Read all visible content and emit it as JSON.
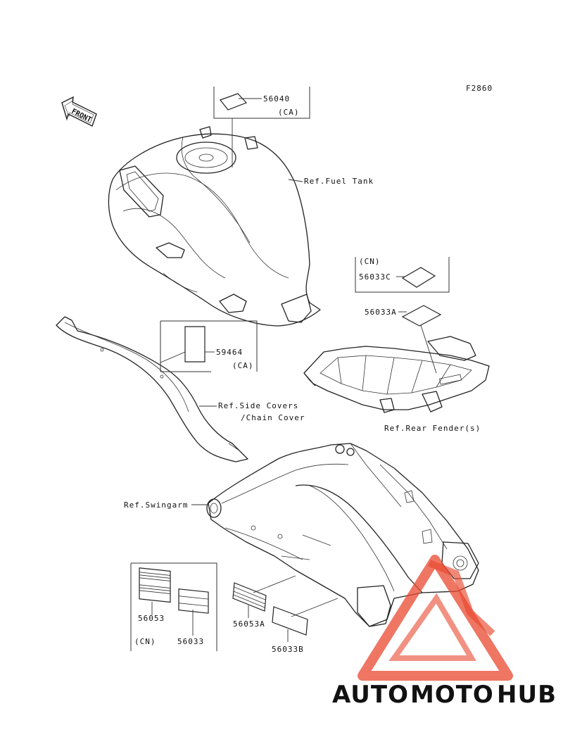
{
  "figure_code": "F2860",
  "front_arrow_label": "FRONT",
  "parts": [
    {
      "id": "56040",
      "note": "(CA)"
    },
    {
      "id": "59464",
      "note": "(CA)"
    },
    {
      "id": "56033C",
      "note": "(CN)"
    },
    {
      "id": "56033A",
      "note": ""
    },
    {
      "id": "56053",
      "note": "(CN)"
    },
    {
      "id": "56033",
      "note": ""
    },
    {
      "id": "56053A",
      "note": ""
    },
    {
      "id": "56033B",
      "note": ""
    }
  ],
  "references": {
    "fuel_tank": "Ref.Fuel Tank",
    "side_covers_line1": "Ref.Side Covers",
    "side_covers_line2": "/Chain Cover",
    "rear_fender": "Ref.Rear Fender(s)",
    "swingarm": "Ref.Swingarm"
  },
  "watermark": {
    "part1": "AUTO",
    "part2": "MOTO",
    "part3": "HUB",
    "color_orange": "#f5a623",
    "color_red": "#e8482f",
    "color_gray": "#6f6f6f"
  }
}
